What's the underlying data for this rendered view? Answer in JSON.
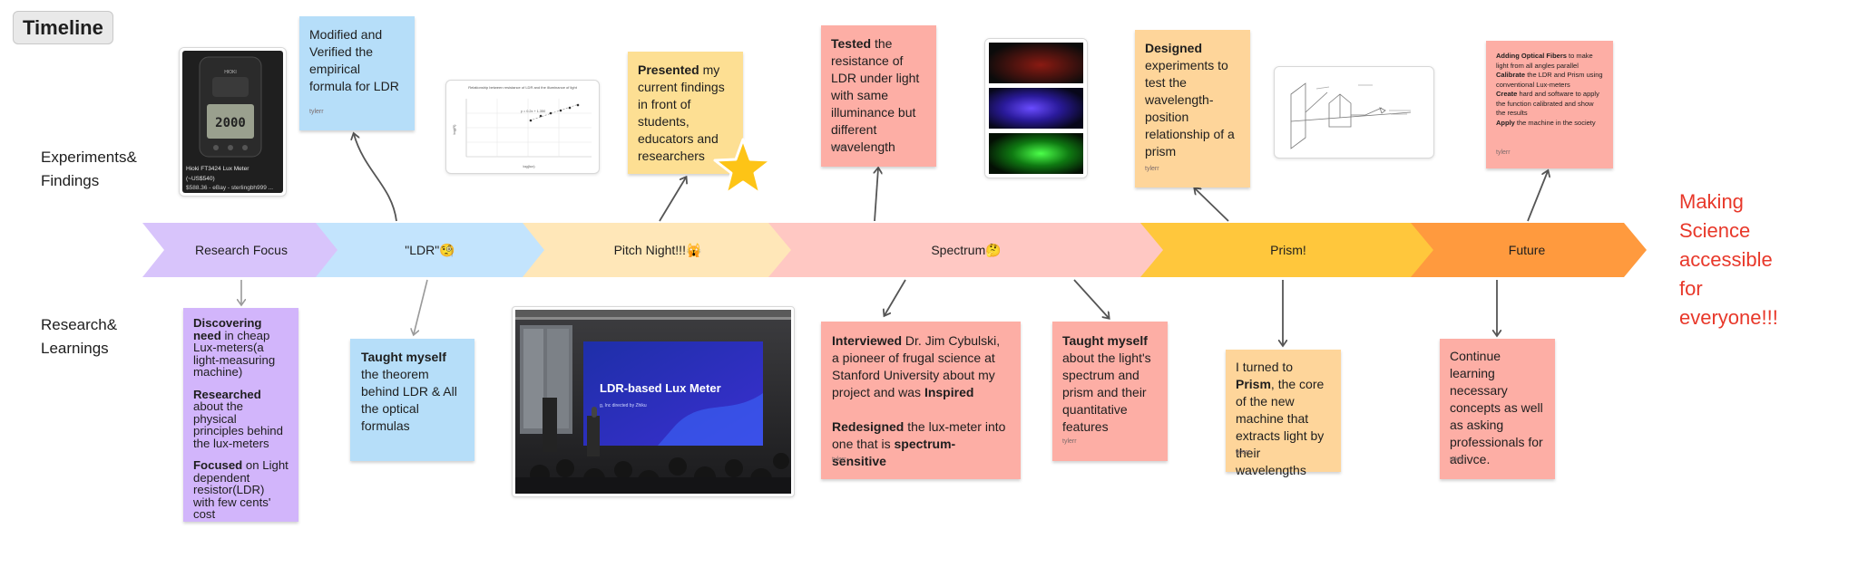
{
  "frame_title": "Timeline",
  "row_labels": {
    "experiments": [
      "Experiments&",
      "Findings"
    ],
    "research": [
      "Research&",
      "Learnings"
    ]
  },
  "timeline": [
    {
      "label": "Research Focus",
      "color": "#d8c4fb"
    },
    {
      "label": "\"LDR\"🧐",
      "color": "#c3e4fd"
    },
    {
      "label": "Pitch Night!!!🙀",
      "color": "#ffe7b8"
    },
    {
      "label": "Spectrum🤔",
      "color": "#ffc8c3"
    },
    {
      "label": "Prism!",
      "color": "#ffc73c"
    },
    {
      "label": "Future",
      "color": "#ff9a3e"
    }
  ],
  "top_notes": {
    "ldr_formula": {
      "text": "Modified and Verified the empirical formula for LDR",
      "author": "tylerr"
    },
    "pitch_presented": {
      "bold": "Presented",
      "text": " my current findings in front of students, educators and researchers"
    },
    "tested": {
      "bold": "Tested",
      "text": " the resistance of LDR under light with same illuminance but different wavelength",
      "author": "tylerr"
    },
    "designed": {
      "bold": "Designed",
      "text": " experiments to test the wavelength-position relationship of a prism",
      "author": "tylerr"
    },
    "future_top": {
      "lines": [
        {
          "bold": "Adding Optical Fibers",
          "text": " to make light from all angles parallel"
        },
        {
          "bold": "Calibrate",
          "text": " the LDR and Prism using conventional Lux-meters"
        },
        {
          "bold": "Create",
          "text": " hard and software to apply the function calibrated and show the results"
        },
        {
          "bold": "Apply",
          "text": " the machine in the society"
        }
      ],
      "author": "tylerr"
    }
  },
  "bottom_notes": {
    "research_focus": [
      {
        "bold": "Discovering need",
        "text": " in cheap Lux-meters(a light-measuring machine)"
      },
      {
        "bold": "Researched",
        "text": " about the physical principles behind the lux-meters"
      },
      {
        "bold": "Focused",
        "text": " on Light dependent resistor(LDR) with few cents' cost"
      }
    ],
    "taught_ldr": {
      "bold": "Taught myself",
      "text": " the theorem behind LDR & All the optical formulas"
    },
    "interviewed": {
      "p1_bold": "Interviewed",
      "p1_text": " Dr. Jim Cybulski, a pioneer of frugal science at Stanford University about my project and was ",
      "p1_bold2": "Inspired",
      "p2_bold": "Redesigned",
      "p2_text": " the lux-meter into one that is ",
      "p2_bold2": "spectrum-sensitive",
      "author": "tylerr"
    },
    "taught_spectrum": {
      "bold": "Taught myself",
      "text": " about the light's spectrum and prism and their quantitative features",
      "author": "tylerr"
    },
    "prism": {
      "pre": "I turned to ",
      "bold": "Prism",
      "text": ", the core of the new machine that extracts light by their wavelengths",
      "author": "tylerr"
    },
    "future_bottom": {
      "text": "Continue learning necessary concepts as well as asking professionals for adivce.",
      "author": "tylerr"
    }
  },
  "images": {
    "luxmeter": {
      "screen": "2000",
      "brand": "HIOKI",
      "title": "Hioki FT3424 Lux Meter",
      "subtitle": "(~US$540)",
      "price": "$588.36 - eBay - sterlingbh999 ..."
    },
    "graph": {
      "title": "Relationship between resistance of LDR and the illuminance of light",
      "xlabel": "log(lux)",
      "ylabel": "log(R)",
      "equation": "y = 0.2x + 1.350"
    },
    "stage": {
      "screen_title": "LDR-based Lux Meter",
      "screen_sub": "g, Inc directed by Zhiku"
    }
  },
  "closing_text": [
    "Making",
    "Science",
    "accessible",
    "for",
    "everyone!!!"
  ],
  "colors": {
    "blue_sticky": "#b6def9",
    "orange_sticky": "#fed59a",
    "yellow_sticky": "#fddf93",
    "salmon_sticky": "#fdaea5",
    "purple_sticky": "#d2b5fb",
    "closing_red": "#e8382a"
  },
  "icons": [
    "star-icon"
  ]
}
